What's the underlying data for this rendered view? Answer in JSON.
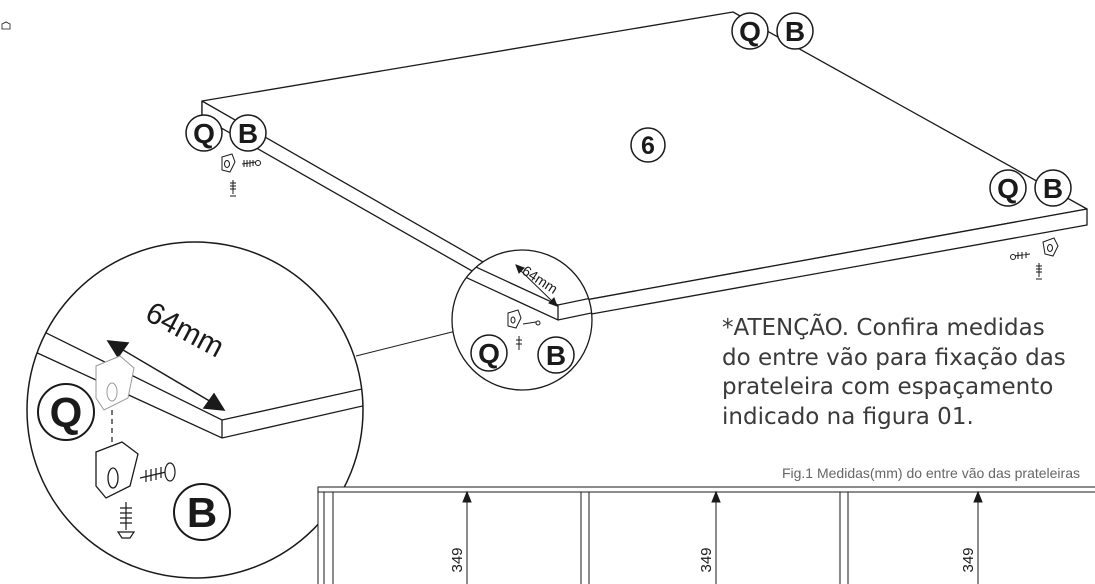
{
  "part": {
    "number": "6"
  },
  "hardware_labels": {
    "q": "Q",
    "b": "B"
  },
  "detail": {
    "measure_small": "64mm",
    "measure_large": "64mm"
  },
  "note": {
    "lines": [
      "*ATENÇÃO. Confira medidas",
      "do entre vão para fixação das",
      "prateleira com espaçamento",
      "indicado na figura 01."
    ]
  },
  "figure": {
    "title": "Fig.1 Medidas(mm) do entre vão das prateleiras",
    "measurements": [
      "349",
      "349",
      "349"
    ]
  },
  "colors": {
    "line": "#1a1a1a",
    "note_text": "#3a3a3a",
    "caption_text": "#666666"
  }
}
